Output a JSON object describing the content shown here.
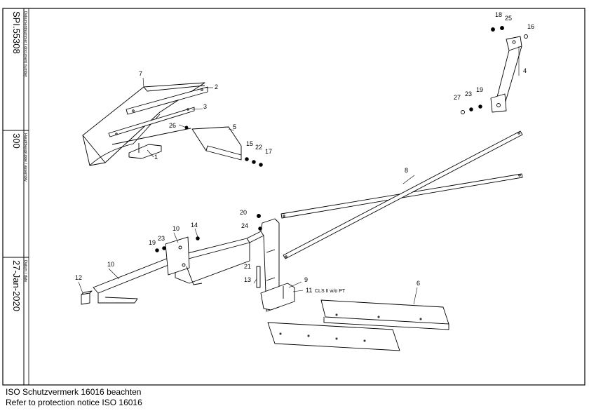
{
  "title_block": {
    "document_number_label": "Dokumentnummer / document number",
    "document_number": "SPI.55308",
    "assembly_label": "Hauptbaugruppe / assembly",
    "assembly": "300",
    "date_label": "Datum / date",
    "date": "27-Jan-2020"
  },
  "callouts": {
    "c1": "1",
    "c2": "2",
    "c3": "3",
    "c4": "4",
    "c5": "5",
    "c6": "6",
    "c7": "7",
    "c8": "8",
    "c9": "9",
    "c10a": "10",
    "c10b": "10",
    "c11": "11",
    "c11_note": "CLS II w/o PT",
    "c12": "12",
    "c13": "13",
    "c14": "14",
    "c15": "15",
    "c16": "16",
    "c17": "17",
    "c18": "18",
    "c19a": "19",
    "c19b": "19",
    "c20": "20",
    "c21": "21",
    "c22": "22",
    "c23a": "23",
    "c23b": "23",
    "c24": "24",
    "c25": "25",
    "c26": "26",
    "c27": "27"
  },
  "footer": {
    "line1": "ISO Schutzvermerk 16016 beachten",
    "line2": "Refer to protection notice ISO 16016"
  }
}
